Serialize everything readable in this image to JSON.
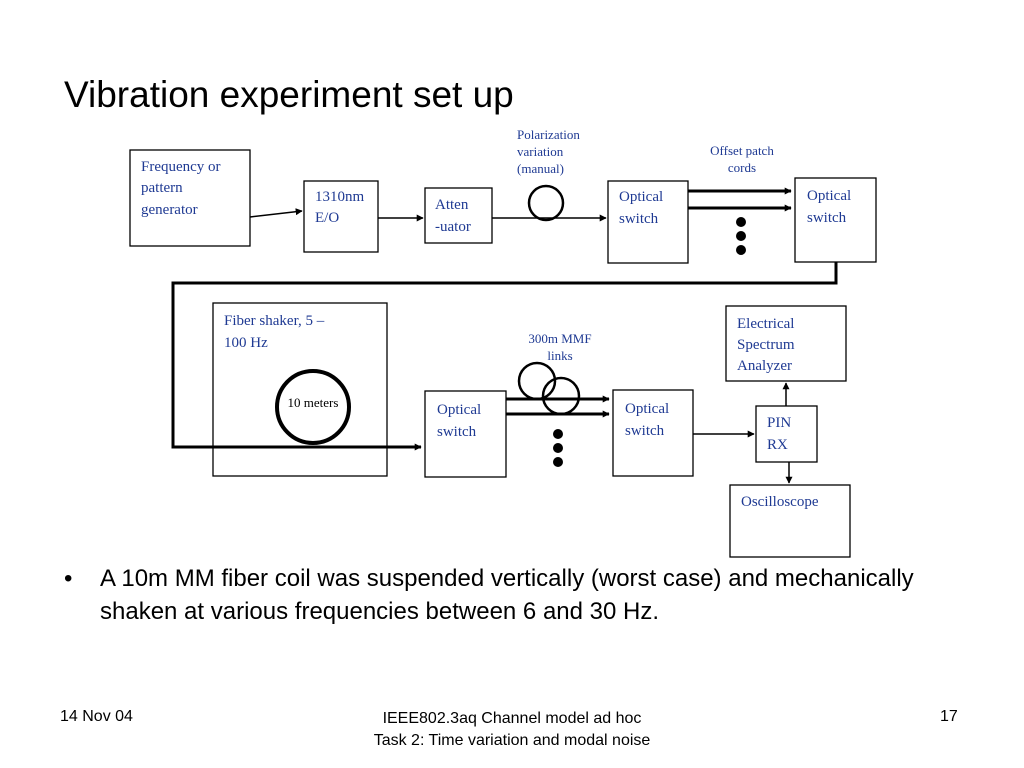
{
  "slide": {
    "title": "Vibration experiment set up",
    "bullet": "A 10m MM fiber coil was suspended vertically (worst case) and mechanically shaken at various frequencies between 6 and 30 Hz.",
    "bullet_marker": "•"
  },
  "diagram": {
    "generator": [
      "Frequency or",
      "pattern",
      "generator"
    ],
    "eo": [
      "1310nm",
      "E/O"
    ],
    "attenuator": [
      "Atten",
      "-uator"
    ],
    "polarization": [
      "Polarization",
      "variation",
      "(manual)"
    ],
    "optical_switch_1": [
      "Optical",
      "switch"
    ],
    "offset_patch": [
      "Offset patch",
      "cords"
    ],
    "optical_switch_2": [
      "Optical",
      "switch"
    ],
    "fiber_shaker": [
      "Fiber shaker, 5 –",
      "100 Hz"
    ],
    "coil_label": "10 meters",
    "optical_switch_3": [
      "Optical",
      "switch"
    ],
    "mmf_links": [
      "300m MMF",
      "links"
    ],
    "optical_switch_4": [
      "Optical",
      "switch"
    ],
    "esa": [
      "Electrical",
      "Spectrum",
      "Analyzer"
    ],
    "pin_rx": [
      "PIN",
      "RX"
    ],
    "oscilloscope": "Oscilloscope"
  },
  "footer": {
    "date": "14 Nov 04",
    "center_line1": "IEEE802.3aq Channel model ad hoc",
    "center_line2": "Task 2: Time variation and modal noise",
    "page": "17"
  }
}
